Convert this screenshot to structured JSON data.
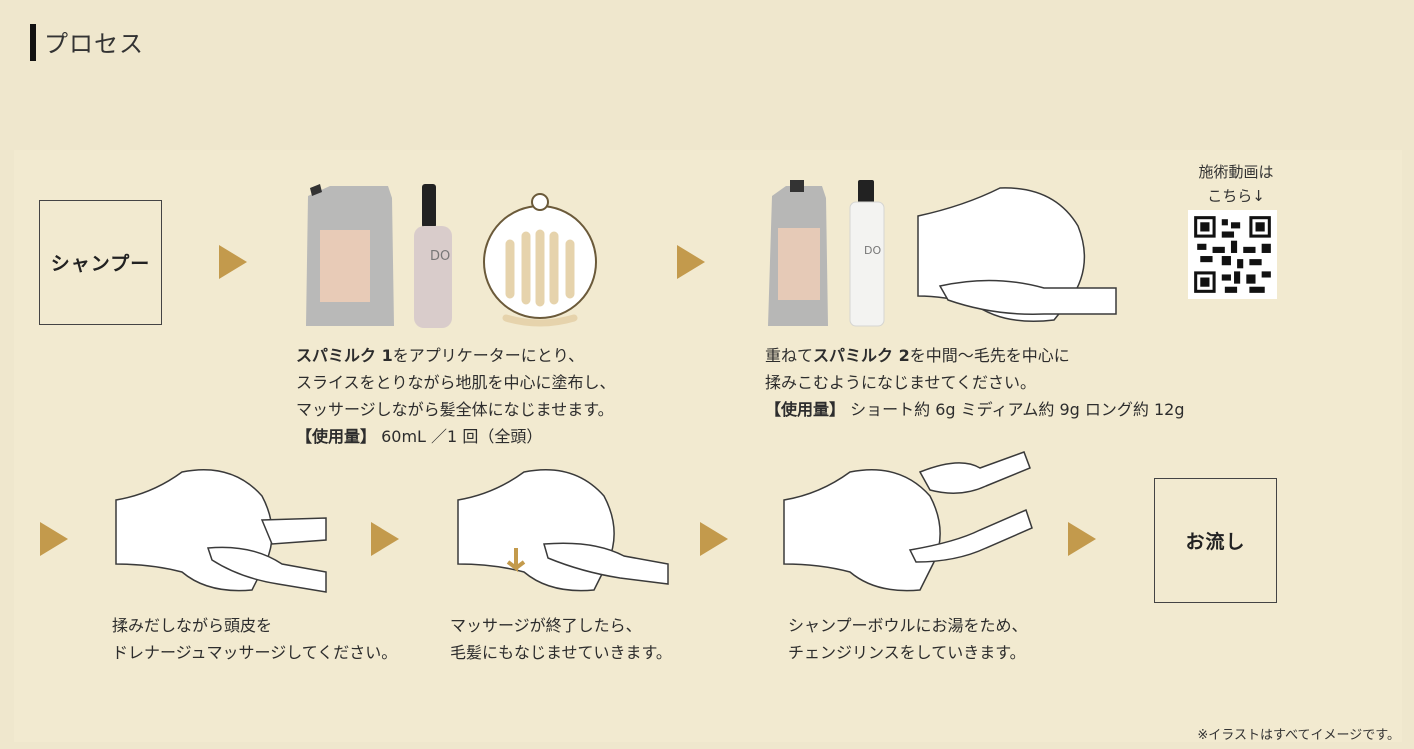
{
  "header": {
    "title": "プロセス"
  },
  "steps": {
    "start_box": "シャンプー",
    "end_box": "お流し",
    "step1": {
      "product": "スパミルク 1",
      "line1_rest": "をアプリケーターにとり、",
      "line2": "スライスをとりながら地肌を中心に塗布し、",
      "line3": "マッサージしながら髪全体になじませます。",
      "usage_label": "【使用量】",
      "usage_value": "60mL ／1 回（全頭）",
      "bottle_label": "DO"
    },
    "step2": {
      "line1_pre": "重ねて",
      "product": "スパミルク 2",
      "line1_rest": "を中間〜毛先を中心に",
      "line2": "揉みこむようになじませてください。",
      "usage_label": "【使用量】",
      "usage_value": "ショート約 6g ミディアム約 9g ロング約 12g",
      "bottle_label": "DO"
    },
    "step3": {
      "line1": "揉みだしながら頭皮を",
      "line2": "ドレナージュマッサージしてください。"
    },
    "step4": {
      "line1": "マッサージが終了したら、",
      "line2": "毛髪にもなじませていきます。"
    },
    "step5": {
      "line1": "シャンプーボウルにお湯をため、",
      "line2": "チェンジリンスをしていきます。"
    }
  },
  "qr": {
    "caption_line1": "施術動画は",
    "caption_line2": "こちら↓"
  },
  "footnote": "※イラストはすべてイメージです。",
  "colors": {
    "background": "#efe7cd",
    "arrow": "#c39a4c",
    "text": "#2a2a2a"
  }
}
